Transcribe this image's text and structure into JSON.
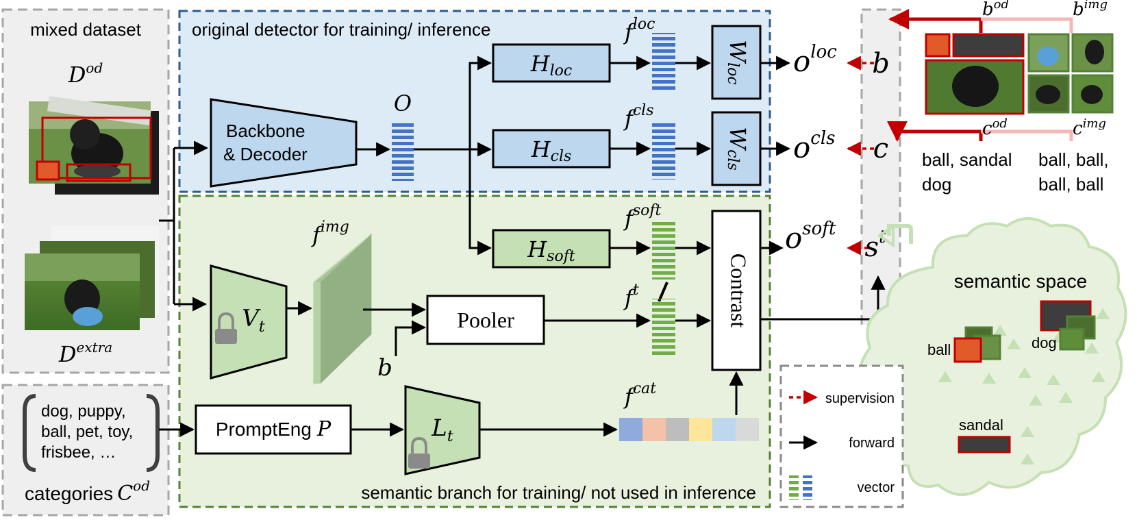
{
  "regions": {
    "dataset_title": "mixed dataset",
    "dataset_od": "D",
    "dataset_od_sup": "od",
    "dataset_extra": "D",
    "dataset_extra_sup": "extra",
    "detector_title": "original detector for training/ inference",
    "semantic_title": "semantic branch for training/ not used in inference",
    "categories_title": "categories",
    "categories_sym": "C",
    "categories_sup": "od",
    "categories_list": [
      "dog, puppy,",
      "ball, pet, toy,",
      "frisbee, …"
    ]
  },
  "blocks": {
    "backbone": [
      "Backbone",
      "& Decoder"
    ],
    "o_label": "O",
    "h_loc": "H",
    "h_loc_sub": "loc",
    "h_cls": "H",
    "h_cls_sub": "cls",
    "h_soft": "H",
    "h_soft_sub": "soft",
    "w_loc": "W",
    "w_loc_sub": "loc",
    "w_cls": "W",
    "w_cls_sub": "cls",
    "v_t": "V",
    "v_t_sub": "t",
    "l_t": "L",
    "l_t_sub": "t",
    "pooler": "Pooler",
    "prompteng": "PromptEng",
    "prompteng_sym": "P",
    "contrast": "Contrast",
    "b_input": "b"
  },
  "features": {
    "f_loc": "f",
    "f_loc_sup": "loc",
    "f_cls": "f",
    "f_cls_sup": "cls",
    "f_soft": "f",
    "f_soft_sup": "soft",
    "f_t": "f",
    "f_t_sup": "t",
    "f_img": "f",
    "f_img_sup": "img",
    "f_cat": "f",
    "f_cat_sup": "cat",
    "cat_colors": [
      "#8faadc",
      "#f4c2a8",
      "#bdbdbd",
      "#fde59a",
      "#bdd7ee",
      "#d9d9d9"
    ]
  },
  "outputs": {
    "o_loc": "o",
    "o_loc_sup": "loc",
    "o_cls": "o",
    "o_cls_sup": "cls",
    "o_soft": "o",
    "o_soft_sup": "soft"
  },
  "targets": {
    "b": "b",
    "c": "c",
    "s": "s",
    "s_sup": "t",
    "b_od": "b",
    "b_od_sup": "od",
    "b_img": "b",
    "b_img_sup": "img",
    "c_od": "c",
    "c_od_sup": "od",
    "c_img": "c",
    "c_img_sup": "img",
    "labels_od": [
      "ball, sandal",
      "dog"
    ],
    "labels_img": [
      "ball, ball,",
      "ball, ball"
    ]
  },
  "semantic_space": {
    "title": "semantic space",
    "ball": "ball",
    "dog": "dog",
    "sandal": "sandal"
  },
  "legend": {
    "supervision": "supervision",
    "forward": "forward",
    "vector": "vector"
  },
  "colors": {
    "detector_fill": "#ddebf7",
    "detector_border": "#2e5b88",
    "semantic_fill": "#e8f1dd",
    "semantic_border": "#538135",
    "gray_fill": "#efefef",
    "gray_border": "#a6a6a6",
    "block_blue": "#bdd7ee",
    "block_green": "#c5e0b4",
    "vector_blue": "#4472c4",
    "vector_green": "#70ad47",
    "supervision_red": "#c00000"
  }
}
